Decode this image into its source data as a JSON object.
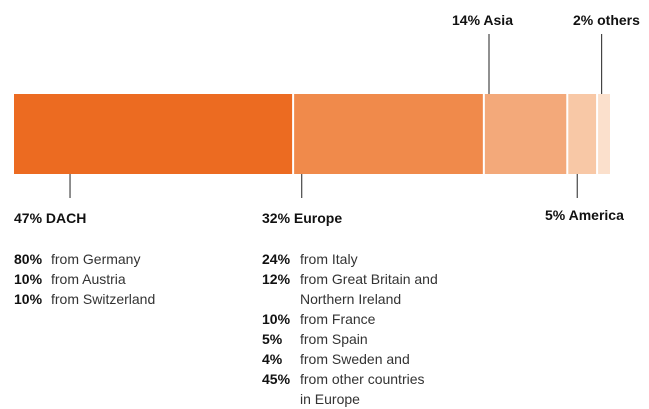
{
  "chart_data": {
    "type": "bar",
    "orientation": "horizontal-stacked-100",
    "colors": [
      "#EC6B21",
      "#F08A4B",
      "#F3A97A",
      "#F8C8A6",
      "#FBE0CC"
    ],
    "segments": [
      {
        "name": "DACH",
        "value": 47,
        "label_pct": "47%",
        "label_name": "DACH"
      },
      {
        "name": "Europe",
        "value": 32,
        "label_pct": "32%",
        "label_name": "Europe"
      },
      {
        "name": "Asia",
        "value": 14,
        "label_pct": "14%",
        "label_name": "Asia"
      },
      {
        "name": "America",
        "value": 5,
        "label_pct": "5%",
        "label_name": "America"
      },
      {
        "name": "others",
        "value": 2,
        "label_pct": "2%",
        "label_name": "others"
      }
    ],
    "breakdowns": {
      "dach": [
        {
          "pct": "80%",
          "text": "from Germany"
        },
        {
          "pct": "10%",
          "text": "from Austria"
        },
        {
          "pct": "10%",
          "text": "from Switzerland"
        }
      ],
      "europe": [
        {
          "pct": "24%",
          "text": "from Italy"
        },
        {
          "pct": "12%",
          "text": "from Great Britain and"
        },
        {
          "pct": "",
          "text": "Northern Ireland"
        },
        {
          "pct": "10%",
          "text": "from France"
        },
        {
          "pct": "5%",
          "text": "from Spain"
        },
        {
          "pct": "4%",
          "text": "from Sweden and"
        },
        {
          "pct": "45%",
          "text": "from other countries"
        },
        {
          "pct": "",
          "text": "in Europe"
        }
      ]
    }
  }
}
